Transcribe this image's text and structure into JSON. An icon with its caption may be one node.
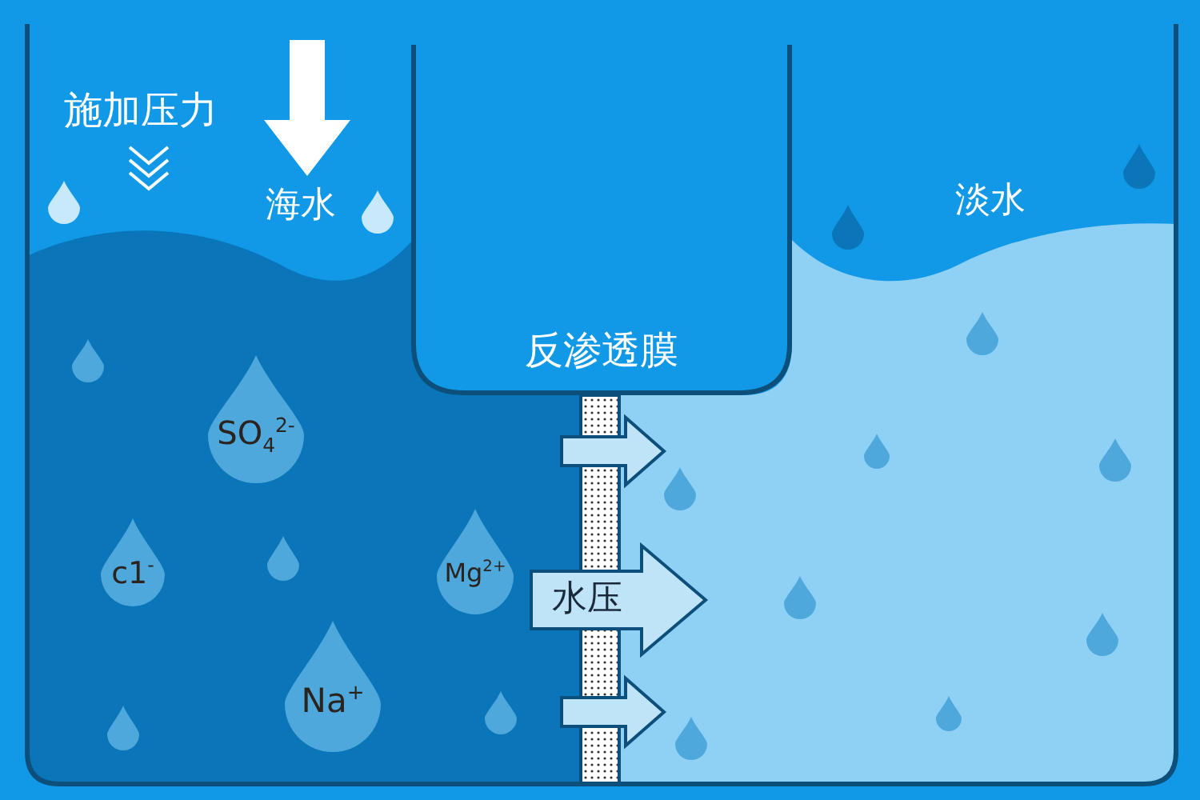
{
  "diagram": {
    "nodes": [
      {
        "text": [
          "反渗透膜"
        ]
      },
      {
        "text": [
          "SO$_{4}$$^{2-}$"
        ]
      },
      {
        "text": [
          "c1$^{-}$"
        ]
      },
      {
        "text": [
          "Mg$^{2+}$"
        ]
      },
      {
        "text": [
          "Na$^{+}$"
        ]
      },
      {
        "text": [
          "水压"
        ]
      }
    ],
    "labels": [
      "施加压力",
      "海水",
      "淡水"
    ]
  }
}
